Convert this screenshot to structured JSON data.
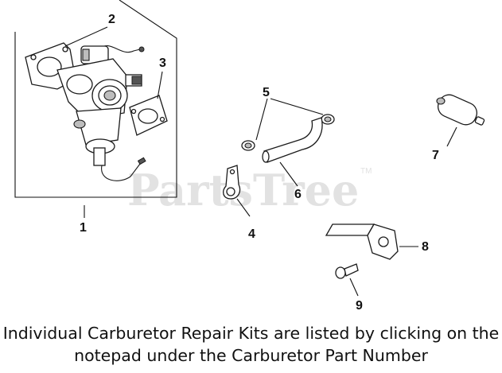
{
  "watermark": {
    "text": "PartsTree",
    "trademark": "TM"
  },
  "callouts": [
    {
      "id": "1",
      "label": "1"
    },
    {
      "id": "2",
      "label": "2"
    },
    {
      "id": "3",
      "label": "3"
    },
    {
      "id": "4",
      "label": "4"
    },
    {
      "id": "5",
      "label": "5"
    },
    {
      "id": "6",
      "label": "6"
    },
    {
      "id": "7",
      "label": "7"
    },
    {
      "id": "8",
      "label": "8"
    },
    {
      "id": "9",
      "label": "9"
    }
  ],
  "caption": {
    "line1": "Individual Carburetor Repair Kits are listed by clicking on the",
    "line2": "notepad under the Carburetor Part Number"
  },
  "colors": {
    "line": "#1a1a1a",
    "watermark": "#e2e2e2",
    "shade": "#bdbdbd"
  }
}
